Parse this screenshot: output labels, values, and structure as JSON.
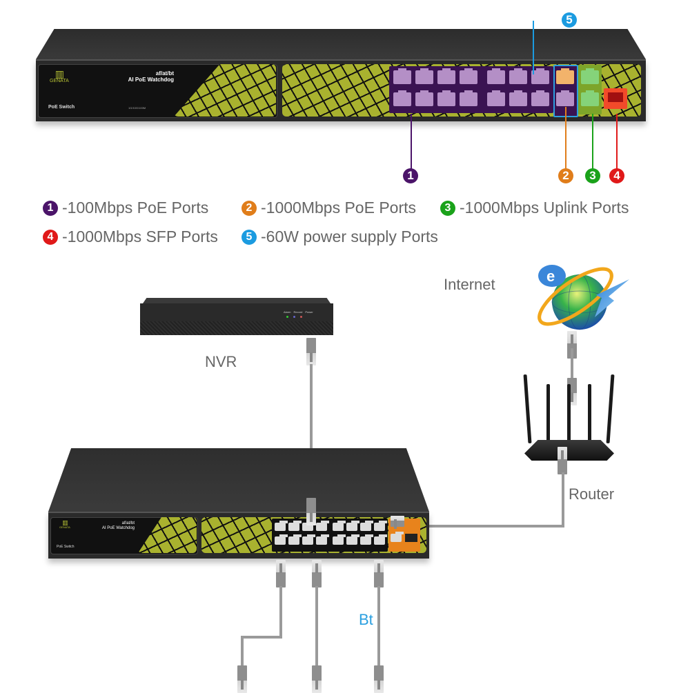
{
  "switch_top": {
    "brand": "GENATA",
    "title_line1": "af/at/bt",
    "title_line2": "AI PoE Watchdog",
    "label": "PoE Switch",
    "model": "1G/10G/100M"
  },
  "callouts": [
    {
      "number": "1",
      "color": "#4b1469"
    },
    {
      "number": "2",
      "color": "#e07d1a"
    },
    {
      "number": "3",
      "color": "#1aa21a"
    },
    {
      "number": "4",
      "color": "#e01919"
    },
    {
      "number": "5",
      "color": "#1b9be0"
    }
  ],
  "port_colors": {
    "poe_100": "#b48fc6",
    "poe_1000": "#f2b36b",
    "uplink": "#85d37a",
    "sfp": "#f24a2a",
    "power_frame": "#2c9fe0",
    "panel_green": "#a9b22f"
  },
  "legend": [
    {
      "number": "1",
      "text": "-100Mbps PoE Ports"
    },
    {
      "number": "2",
      "text": "-1000Mbps PoE Ports"
    },
    {
      "number": "3",
      "text": "-1000Mbps Uplink Ports"
    },
    {
      "number": "4",
      "text": "-1000Mbps SFP Ports"
    },
    {
      "number": "5",
      "text": "-60W power supply Ports"
    }
  ],
  "diagram": {
    "internet_label": "Internet",
    "nvr_label": "NVR",
    "router_label": "Router",
    "bt_label": "Bt",
    "nvr_leds": [
      "Alarm",
      "Record",
      "Power"
    ]
  },
  "switch_bottom": {
    "brand": "GENATA",
    "title_line1": "af/at/bt",
    "title_line2": "AI PoE Watchdog",
    "label": "PoE Switch"
  }
}
